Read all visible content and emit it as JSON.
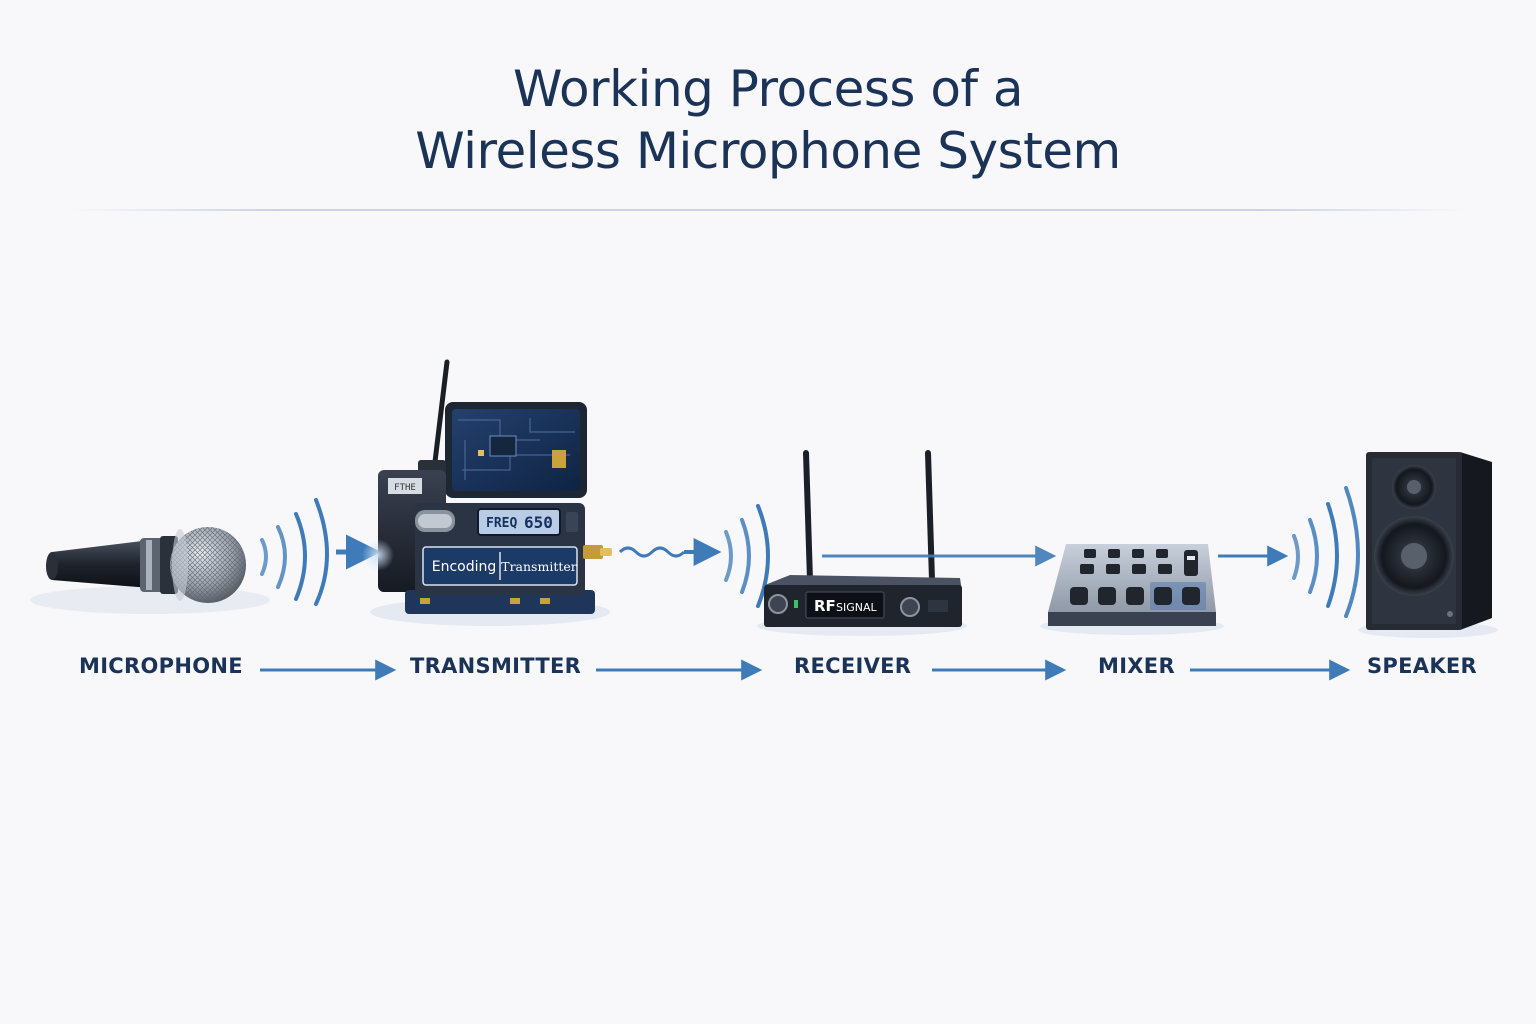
{
  "title": {
    "line1": "Working Process of a",
    "line2": "Wireless Microphone System"
  },
  "stages": [
    {
      "label": "MICROPHONE"
    },
    {
      "label": "TRANSMITTER"
    },
    {
      "label": "RECEIVER"
    },
    {
      "label": "MIXER"
    },
    {
      "label": "SPEAKER"
    }
  ],
  "transmitter": {
    "belt_pack_label": "FTHE",
    "freq_label": "FREQ",
    "freq_value": "650",
    "encoding_label": "Encoding",
    "transmitter_label": "Transmitter"
  },
  "receiver": {
    "display_big": "RF",
    "display_small": "SIGNAL"
  },
  "colors": {
    "title": "#1b3357",
    "arrow": "#3f7bb8",
    "wave": "#3f7bb8",
    "device_dark": "#1e2531",
    "panel_blue": "#1c3a66"
  }
}
